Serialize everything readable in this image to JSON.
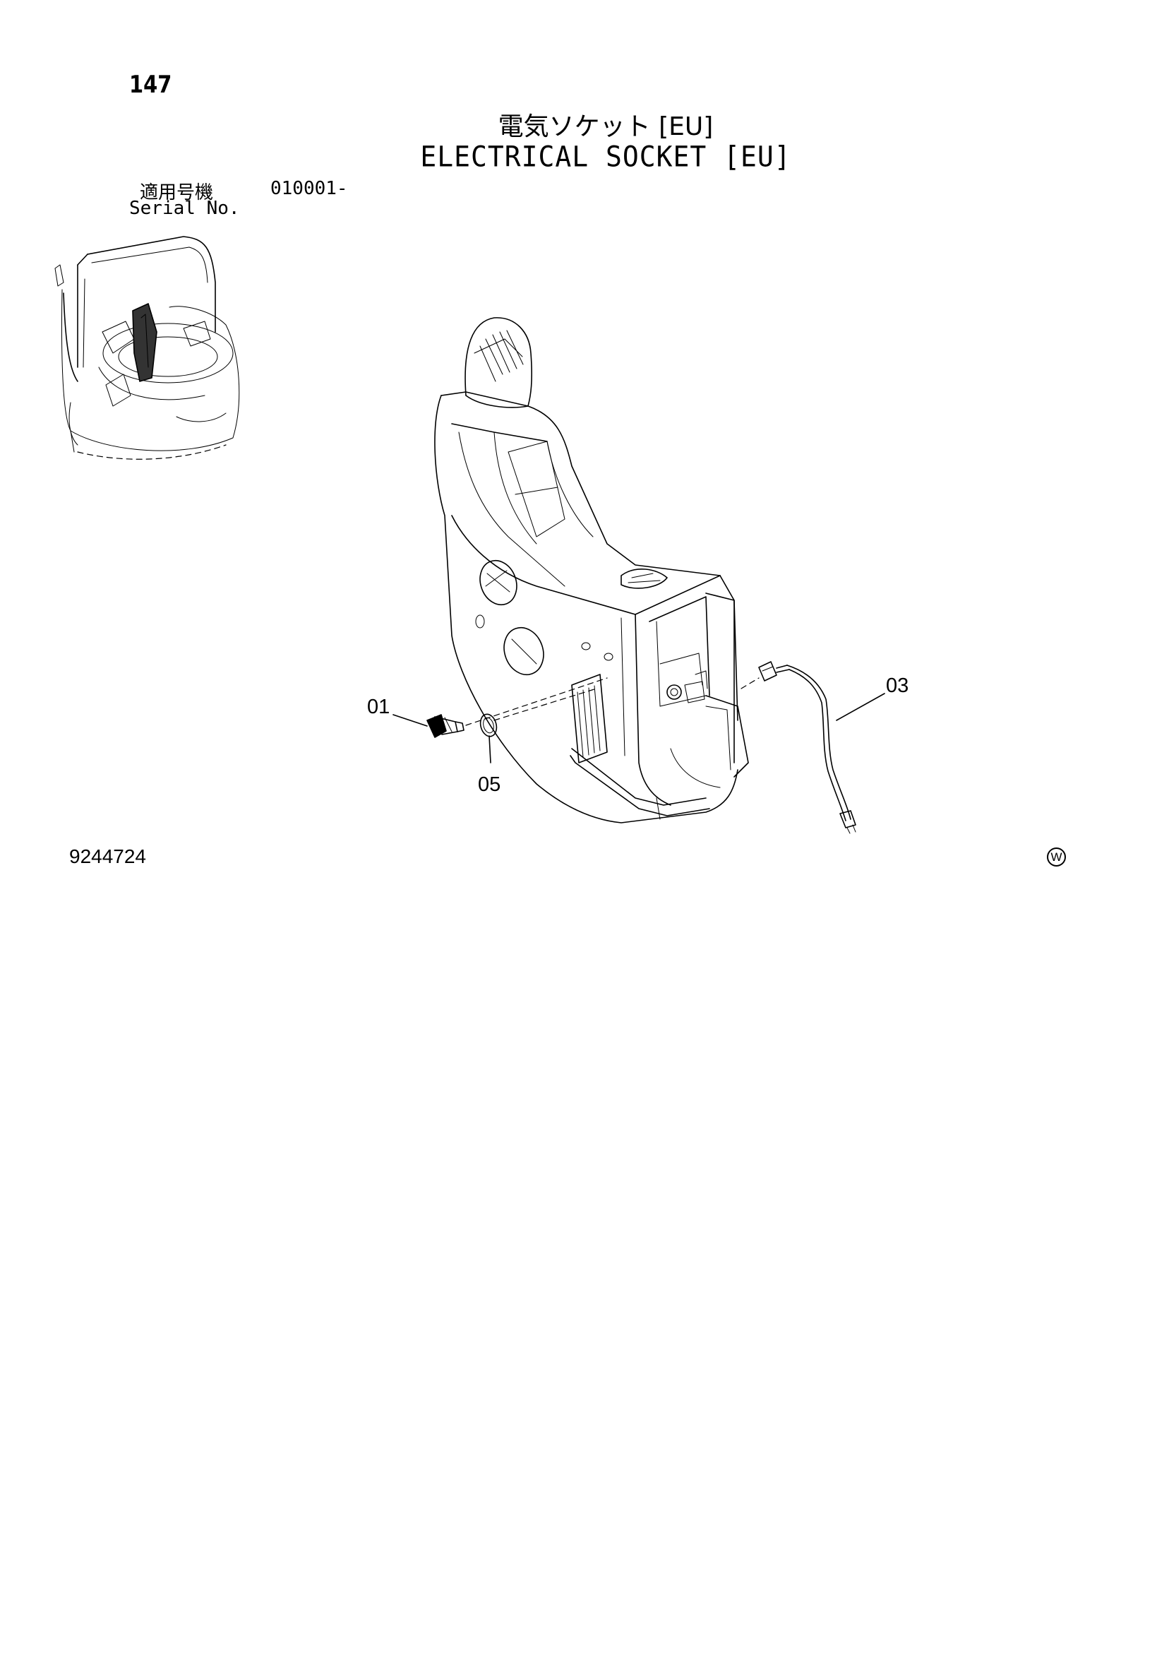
{
  "page": {
    "number": "147",
    "title_jp": "電気ソケット [EU]",
    "title_en": "ELECTRICAL SOCKET [EU]",
    "serial_label_jp": "適用号機",
    "serial_value": "010001-",
    "serial_label_en": "Serial No.",
    "drawing_number": "9244724",
    "mark": "W"
  },
  "callouts": [
    {
      "id": "01",
      "label": "01"
    },
    {
      "id": "03",
      "label": "03"
    },
    {
      "id": "05",
      "label": "05"
    }
  ]
}
